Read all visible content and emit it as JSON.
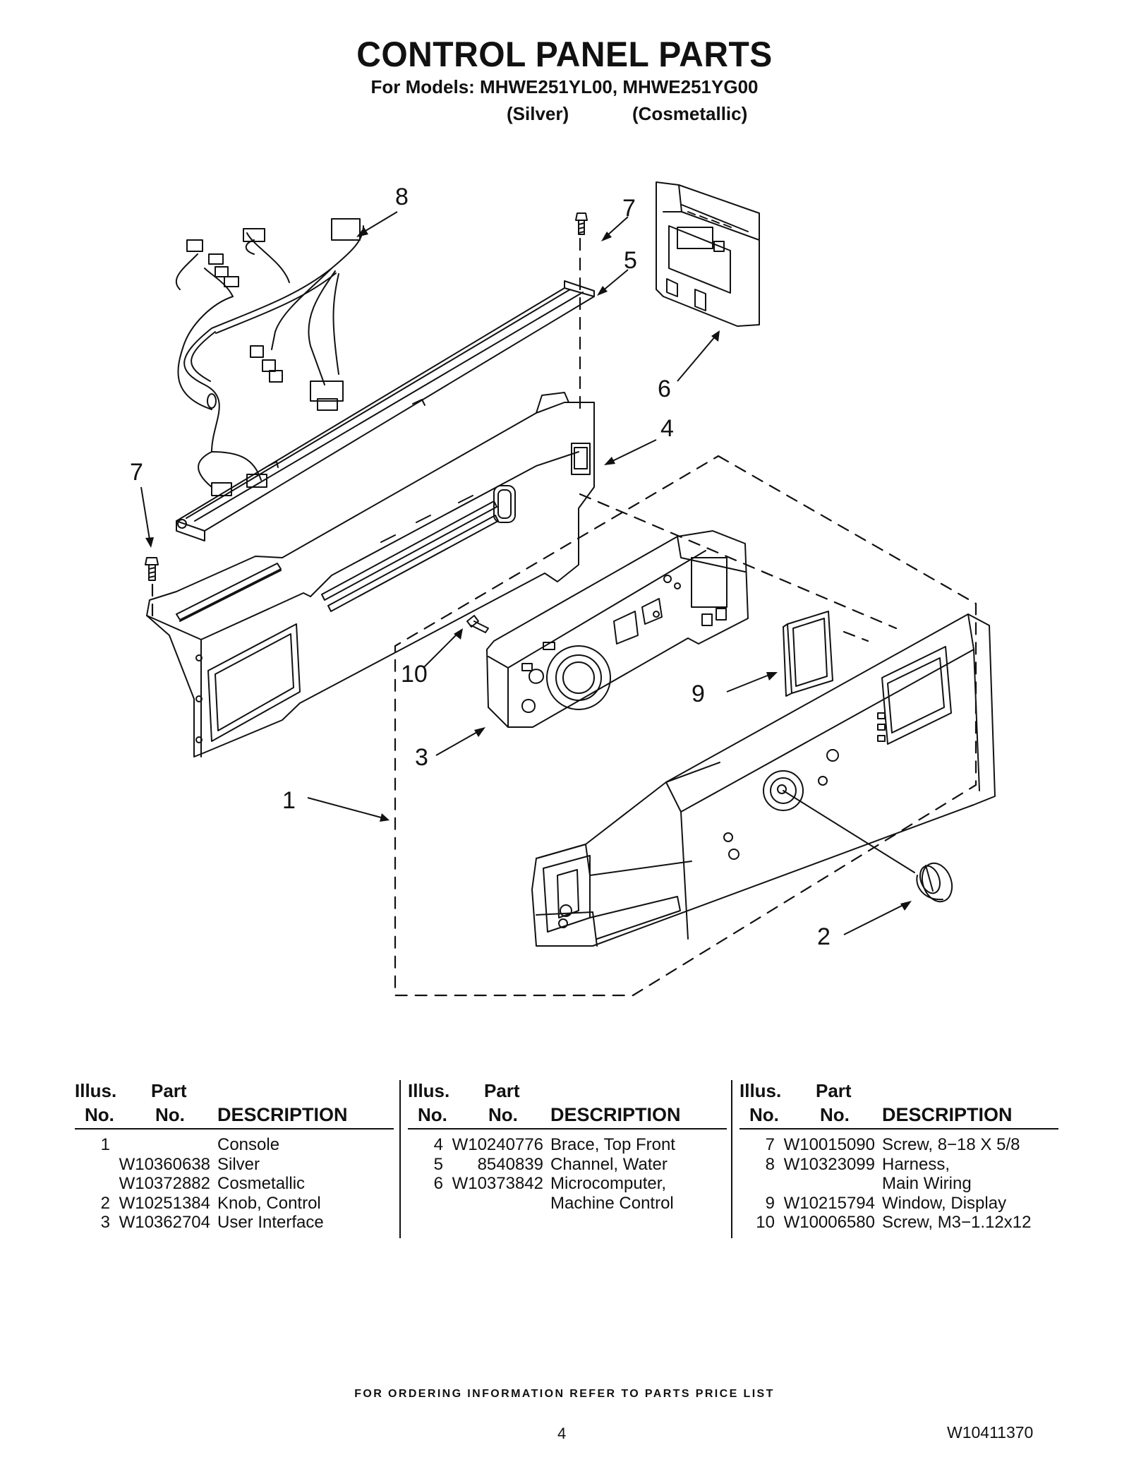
{
  "header": {
    "title": "CONTROL PANEL PARTS",
    "models": "For Models: MHWE251YL00, MHWE251YG00",
    "variant_silver": "(Silver)",
    "variant_cosmetallic": "(Cosmetallic)"
  },
  "callouts": [
    "1",
    "2",
    "3",
    "4",
    "5",
    "6",
    "7",
    "7",
    "8",
    "9",
    "10"
  ],
  "table": {
    "header_illus": "Illus.",
    "header_part": "Part",
    "header_no": "No.",
    "header_description": "DESCRIPTION",
    "columns": [
      [
        {
          "illus": "1",
          "part": "",
          "desc": "Console"
        },
        {
          "illus": "",
          "part": "W10360638",
          "desc": "Silver"
        },
        {
          "illus": "",
          "part": "W10372882",
          "desc": "Cosmetallic"
        },
        {
          "illus": "2",
          "part": "W10251384",
          "desc": "Knob, Control"
        },
        {
          "illus": "3",
          "part": "W10362704",
          "desc": "User Interface"
        }
      ],
      [
        {
          "illus": "4",
          "part": "W10240776",
          "desc": "Brace, Top Front"
        },
        {
          "illus": "5",
          "part": "8540839",
          "desc": "Channel, Water"
        },
        {
          "illus": "6",
          "part": "W10373842",
          "desc": "Microcomputer,"
        },
        {
          "illus": "",
          "part": "",
          "desc": "Machine Control"
        }
      ],
      [
        {
          "illus": "7",
          "part": "W10015090",
          "desc": "Screw, 8−18 X 5/8"
        },
        {
          "illus": "8",
          "part": "W10323099",
          "desc": "Harness,"
        },
        {
          "illus": "",
          "part": "",
          "desc": "Main Wiring"
        },
        {
          "illus": "9",
          "part": "W10215794",
          "desc": "Window, Display"
        },
        {
          "illus": "10",
          "part": "W10006580",
          "desc": "Screw, M3−1.12x12"
        }
      ]
    ]
  },
  "footer": {
    "ordering_note": "FOR ORDERING INFORMATION REFER TO PARTS PRICE LIST",
    "page_number": "4",
    "document_number": "W10411370"
  }
}
